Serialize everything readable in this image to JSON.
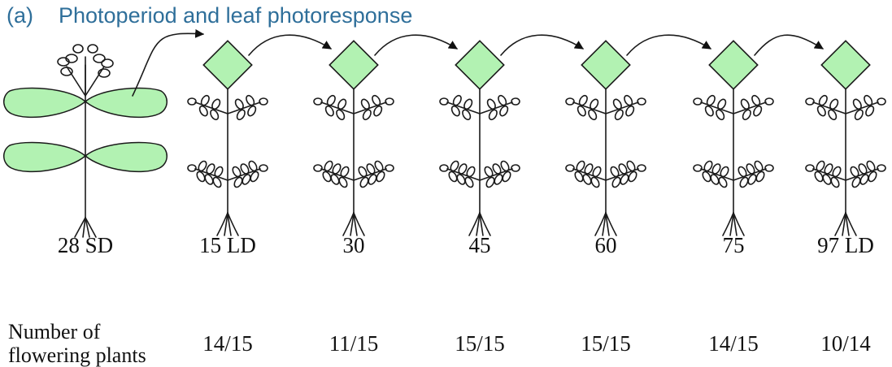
{
  "title": {
    "part": "(a)",
    "text": "Photoperiod and leaf photoresponse"
  },
  "colors": {
    "leaf": "#b2f2b2",
    "title": "#2f6f9a",
    "line": "#1a1a1a"
  },
  "donor": {
    "label": "28 SD",
    "count": ""
  },
  "receivers": [
    {
      "label": "15 LD",
      "count": "14/15"
    },
    {
      "label": "30",
      "count": "11/15"
    },
    {
      "label": "45",
      "count": "15/15"
    },
    {
      "label": "60",
      "count": "15/15"
    },
    {
      "label": "75",
      "count": "14/15"
    },
    {
      "label": "97 LD",
      "count": "10/14"
    }
  ],
  "row_label": {
    "line1": "Number of",
    "line2": "flowering plants"
  }
}
